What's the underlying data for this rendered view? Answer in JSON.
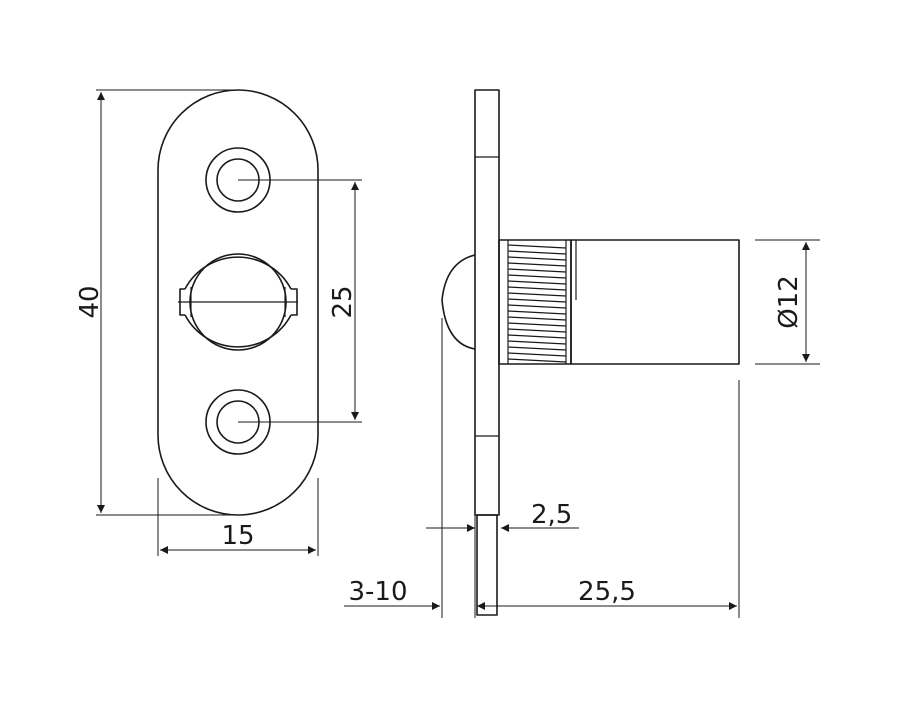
{
  "dimensions": {
    "plate_height": "40",
    "hole_spacing": "25",
    "plate_width": "15",
    "thread_diameter": "Ø12",
    "plate_thickness": "2,5",
    "clamping_range": "3-10",
    "body_length": "25,5"
  }
}
